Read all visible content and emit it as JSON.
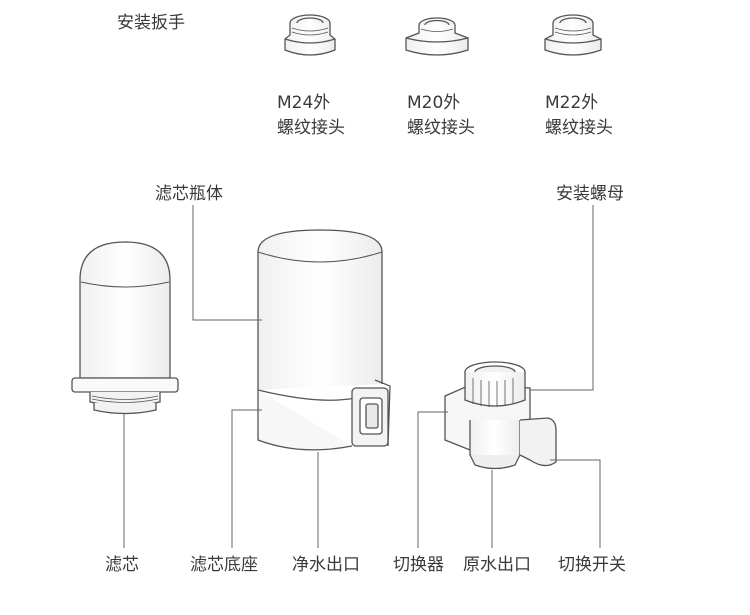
{
  "labels": {
    "wrench": "安装扳手",
    "adapters": [
      {
        "size": "M24外",
        "desc": "螺纹接头"
      },
      {
        "size": "M20外",
        "desc": "螺纹接头"
      },
      {
        "size": "M22外",
        "desc": "螺纹接头"
      }
    ],
    "housing": "滤芯瓶体",
    "mount_nut": "安装螺母",
    "cartridge": "滤芯",
    "base": "滤芯底座",
    "clean_outlet": "净水出口",
    "switcher": "切换器",
    "raw_outlet": "原水出口",
    "switch": "切换开关"
  }
}
